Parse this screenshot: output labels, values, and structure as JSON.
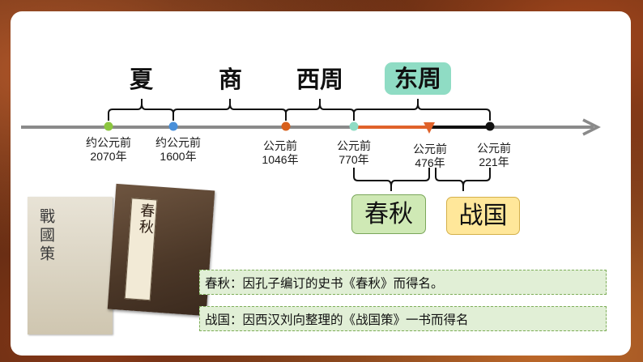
{
  "dynasties": [
    "夏",
    "商",
    "西周",
    "东周"
  ],
  "dates": [
    {
      "line1": "约公元前",
      "line2": "2070年"
    },
    {
      "line1": "约公元前",
      "line2": "1600年"
    },
    {
      "line1": "公元前",
      "line2": "1046年"
    },
    {
      "line1": "公元前",
      "line2": "770年"
    },
    {
      "line1": "公元前",
      "line2": "476年"
    },
    {
      "line1": "公元前",
      "line2": "221年"
    }
  ],
  "periods": {
    "chunqiu": "春秋",
    "zhanguo": "战国"
  },
  "books": {
    "book1_title": "戰國策",
    "book2_title": "春秋"
  },
  "notes": [
    "春秋：因孔子编订的史书《春秋》而得名。",
    "战国：因西汉刘向整理的《战国策》一书而得名"
  ],
  "colors": {
    "accent_teal": "#8fdcc4",
    "chunqiu_green": "#cfe9b5",
    "zhanguo_yellow": "#ffe79a",
    "timeline_orange": "#e0622a"
  }
}
